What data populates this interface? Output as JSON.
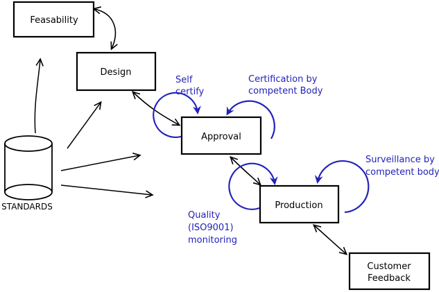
{
  "colors": {
    "ink": "#000000",
    "accent": "#2222bb",
    "background": "#ffffff"
  },
  "nodes": {
    "feasability": {
      "label": "Feasability"
    },
    "design": {
      "label": "Design"
    },
    "approval": {
      "label": "Approval"
    },
    "production": {
      "label": "Production"
    },
    "customer_feedback": {
      "line1": "Customer",
      "line2": "Feedback"
    },
    "standards": {
      "label": "STANDARDS"
    }
  },
  "annotations": {
    "self_certify": {
      "line1": "Self",
      "line2": "certify"
    },
    "certification": {
      "line1": "Certification by",
      "line2": "competent Body"
    },
    "surveillance": {
      "line1": "Surveillance by",
      "line2": "competent body"
    },
    "quality": {
      "line1": "Quality",
      "line2": "(ISO9001)",
      "line3": "monitoring"
    }
  }
}
